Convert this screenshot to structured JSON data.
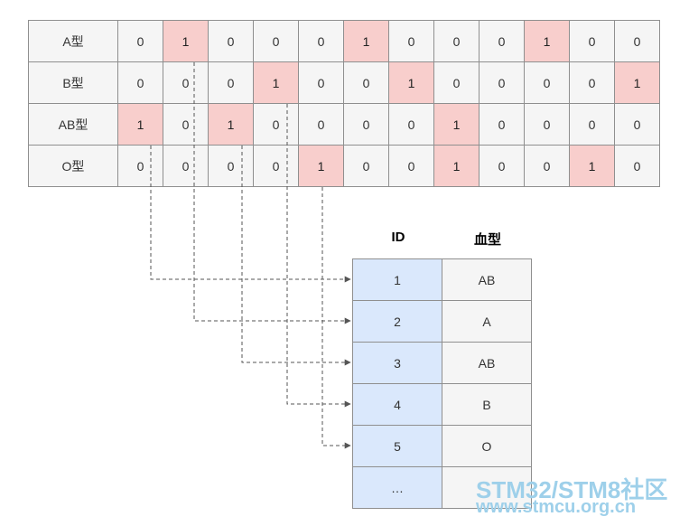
{
  "bitmap": {
    "rows": [
      {
        "label": "A型",
        "bits": [
          0,
          1,
          0,
          0,
          0,
          1,
          0,
          0,
          0,
          1,
          0,
          0
        ]
      },
      {
        "label": "B型",
        "bits": [
          0,
          0,
          0,
          1,
          0,
          0,
          1,
          0,
          0,
          0,
          0,
          1
        ]
      },
      {
        "label": "AB型",
        "bits": [
          1,
          0,
          1,
          0,
          0,
          0,
          0,
          1,
          0,
          0,
          0,
          0
        ]
      },
      {
        "label": "O型",
        "bits": [
          0,
          0,
          0,
          0,
          1,
          0,
          0,
          1,
          0,
          0,
          1,
          0
        ]
      }
    ]
  },
  "records": {
    "headers": {
      "id": "ID",
      "blood_type": "血型"
    },
    "rows": [
      {
        "id": "1",
        "blood_type": "AB"
      },
      {
        "id": "2",
        "blood_type": "A"
      },
      {
        "id": "3",
        "blood_type": "AB"
      },
      {
        "id": "4",
        "blood_type": "B"
      },
      {
        "id": "5",
        "blood_type": "O"
      },
      {
        "id": "…",
        "blood_type": ""
      }
    ]
  },
  "colors": {
    "bit_set": "#f8cecc",
    "id_column": "#dae8fc",
    "cell": "#f5f5f5",
    "border": "#8f8f8f",
    "connector": "#555555"
  },
  "watermark": {
    "line1": "STM32/STM8社区",
    "line2": "www.stmcu.org.cn"
  }
}
